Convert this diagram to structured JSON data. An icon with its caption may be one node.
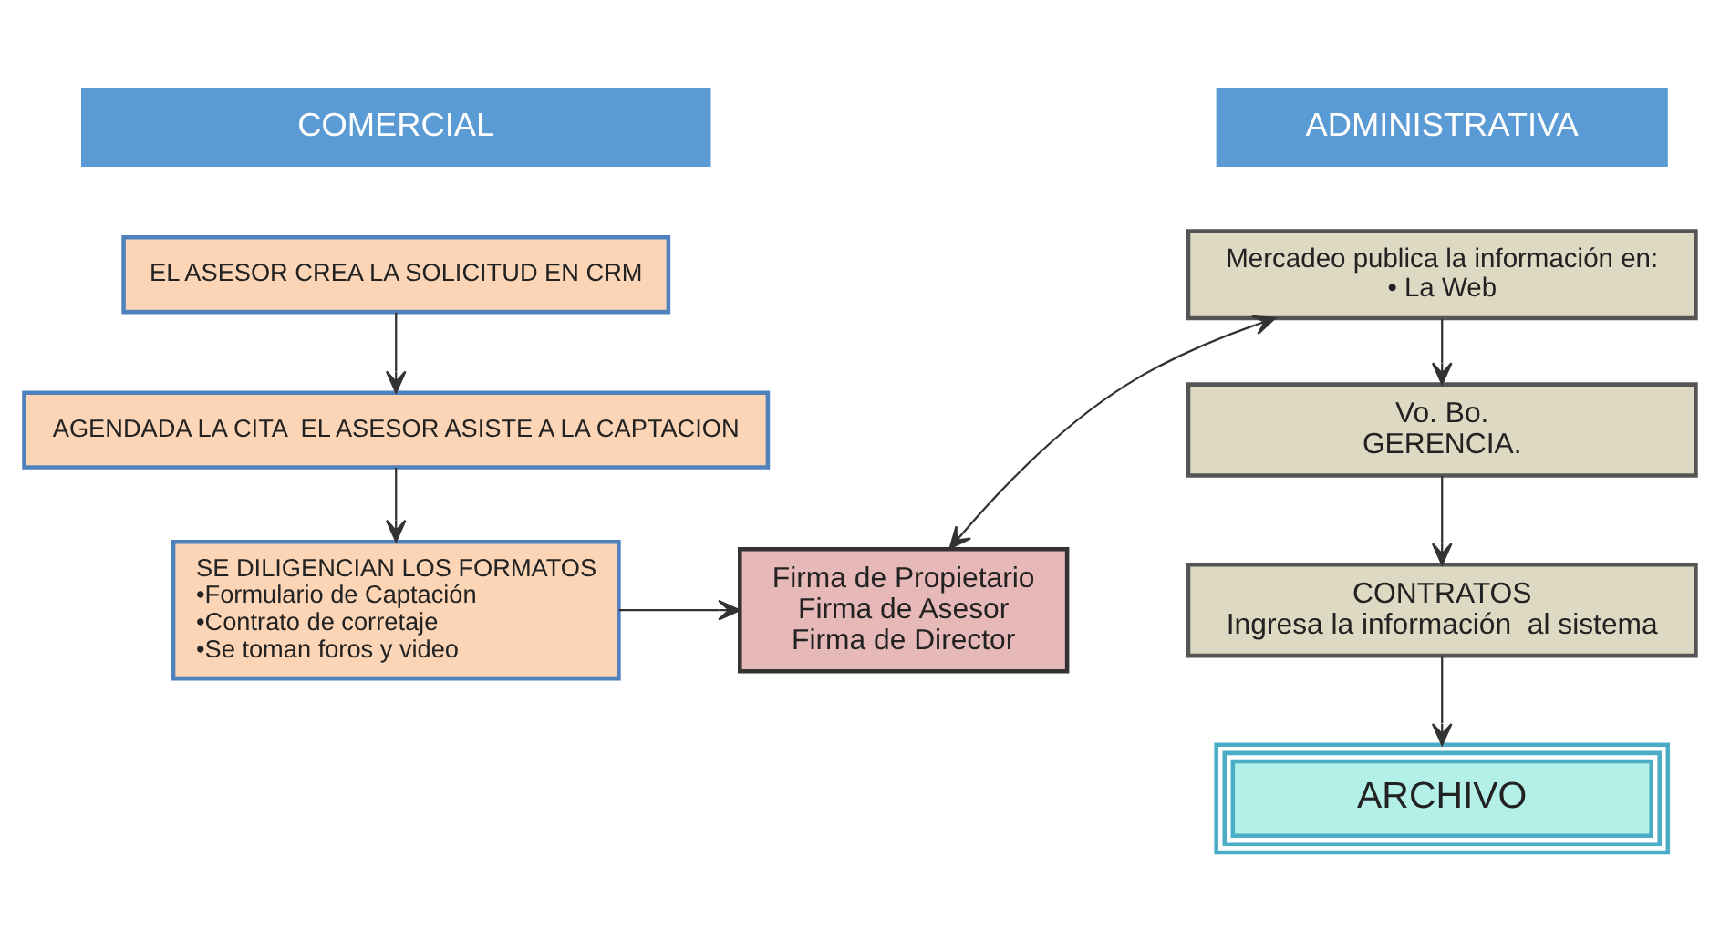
{
  "diagram": {
    "nodes": [
      {
        "text": [
          "COMERCIAL"
        ]
      },
      {
        "text": [
          "ADMINISTRATIVA"
        ]
      },
      {
        "text": [
          "EL ASESOR CREA LA SOLICITUD EN CRM"
        ]
      },
      {
        "text": [
          "AGENDADA LA CITA  EL ASESOR ASISTE A LA CAPTACION"
        ]
      },
      {
        "text": [
          "SE DILIGENCIAN LOS FORMATOS",
          "•Formulario de Captación",
          "•Contrato de corretaje",
          "•Se toman foros y video"
        ]
      },
      {
        "text": [
          "Firma de Propietario",
          "Firma de Asesor",
          "Firma de Director"
        ]
      },
      {
        "text": [
          "Mercadeo publica la información en:",
          "• La Web"
        ]
      },
      {
        "text": [
          "Vo. Bo.",
          "GERENCIA."
        ]
      },
      {
        "text": [
          "CONTRATOS",
          "Ingresa la información  al sistema"
        ]
      },
      {
        "text": [
          "ARCHIVO"
        ]
      }
    ],
    "edges": [
      {
        "from": 2,
        "to": 3,
        "arrow": "to"
      },
      {
        "from": 3,
        "to": 4,
        "arrow": "to"
      },
      {
        "from": 4,
        "to": 5,
        "arrow": "to"
      },
      {
        "from": 5,
        "to": 6,
        "arrow": "both"
      },
      {
        "from": 6,
        "to": 7,
        "arrow": "to"
      },
      {
        "from": 7,
        "to": 8,
        "arrow": "to"
      },
      {
        "from": 8,
        "to": 9,
        "arrow": "to"
      }
    ]
  }
}
